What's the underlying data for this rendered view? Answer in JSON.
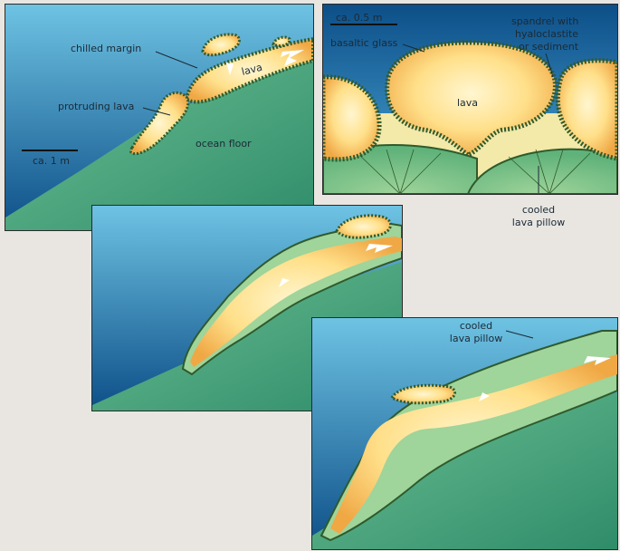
{
  "colors": {
    "ocean_top": "#6ec3e3",
    "ocean_bottom": "#0d4f88",
    "floor": "#5bb387",
    "floor_dark": "#2f8c6a",
    "lava_core": "#fff3c2",
    "lava_edge": "#f0b04a",
    "glass": "#a9d39a",
    "glass_line": "#2f5a2c"
  },
  "panel1": {
    "chilled_margin": "chilled margin",
    "lava": "lava",
    "protruding_lava": "protruding lava",
    "ocean_floor": "ocean floor",
    "scale": "ca. 1 m"
  },
  "panel2": {
    "scale": "ca. 0.5 m",
    "basaltic_glass": "basaltic glass",
    "spandrel_1": "spandrel with",
    "spandrel_2": "hyaloclastite",
    "spandrel_3": "or sediment",
    "lava": "lava",
    "cooled_1": "cooled",
    "cooled_2": "lava pillow"
  },
  "panel4": {
    "cooled_1": "cooled",
    "cooled_2": "lava pillow"
  }
}
